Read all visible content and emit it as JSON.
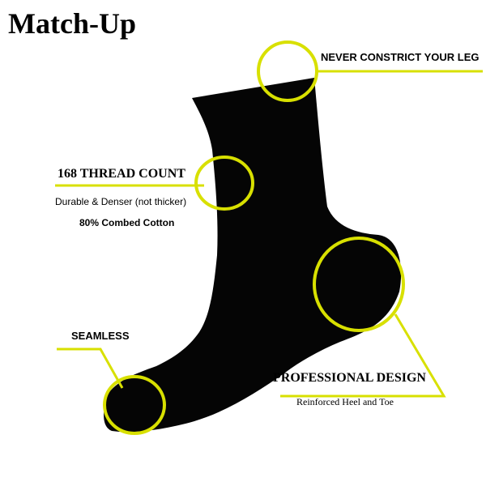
{
  "brand": "Match-Up",
  "accent_color": "#d8e000",
  "sock_color": "#050505",
  "features": {
    "leg": {
      "title": "NEVER CONSTRICT YOUR LEG"
    },
    "thread": {
      "title": "168 THREAD COUNT",
      "line1": "Durable & Denser (not thicker)",
      "line2": "80% Combed Cotton"
    },
    "seamless": {
      "title": "SEAMLESS"
    },
    "design": {
      "title": "PROFESSIONAL DESIGN",
      "subtitle": "Reinforced Heel and Toe"
    }
  }
}
